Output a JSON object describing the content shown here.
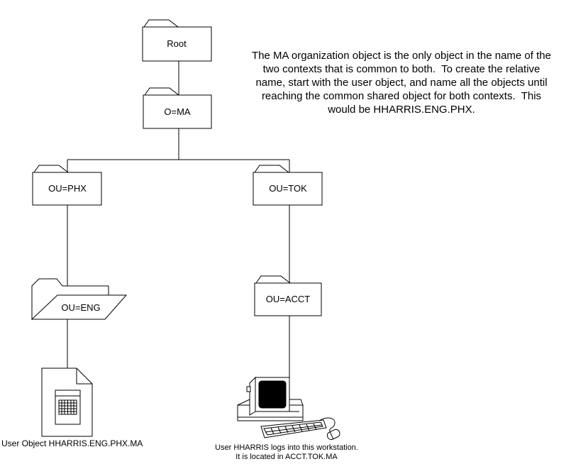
{
  "diagram": {
    "background_color": "#ffffff",
    "line_color": "#000000",
    "nodes": {
      "root": {
        "label": "Root",
        "type": "folder"
      },
      "o_ma": {
        "label": "O=MA",
        "type": "folder"
      },
      "ou_phx": {
        "label": "OU=PHX",
        "type": "folder"
      },
      "ou_tok": {
        "label": "OU=TOK",
        "type": "folder"
      },
      "ou_eng": {
        "label": "OU=ENG",
        "type": "open-folder"
      },
      "ou_acct": {
        "label": "OU=ACCT",
        "type": "folder"
      }
    },
    "annotation": {
      "lines": [
        "The MA organization object is the only object in the name of the",
        "two contexts that is common to both.  To create the relative",
        "name, start with the user object, and name all the objects until",
        "reaching the common shared object for both contexts.  This",
        "would be HHARRIS.ENG.PHX."
      ]
    },
    "captions": {
      "user_object": "User Object HHARRIS.ENG.PHX.MA",
      "workstation_line1": "User HHARRIS logs into this workstation.",
      "workstation_line2": "It is located in ACCT.TOK.MA"
    }
  }
}
